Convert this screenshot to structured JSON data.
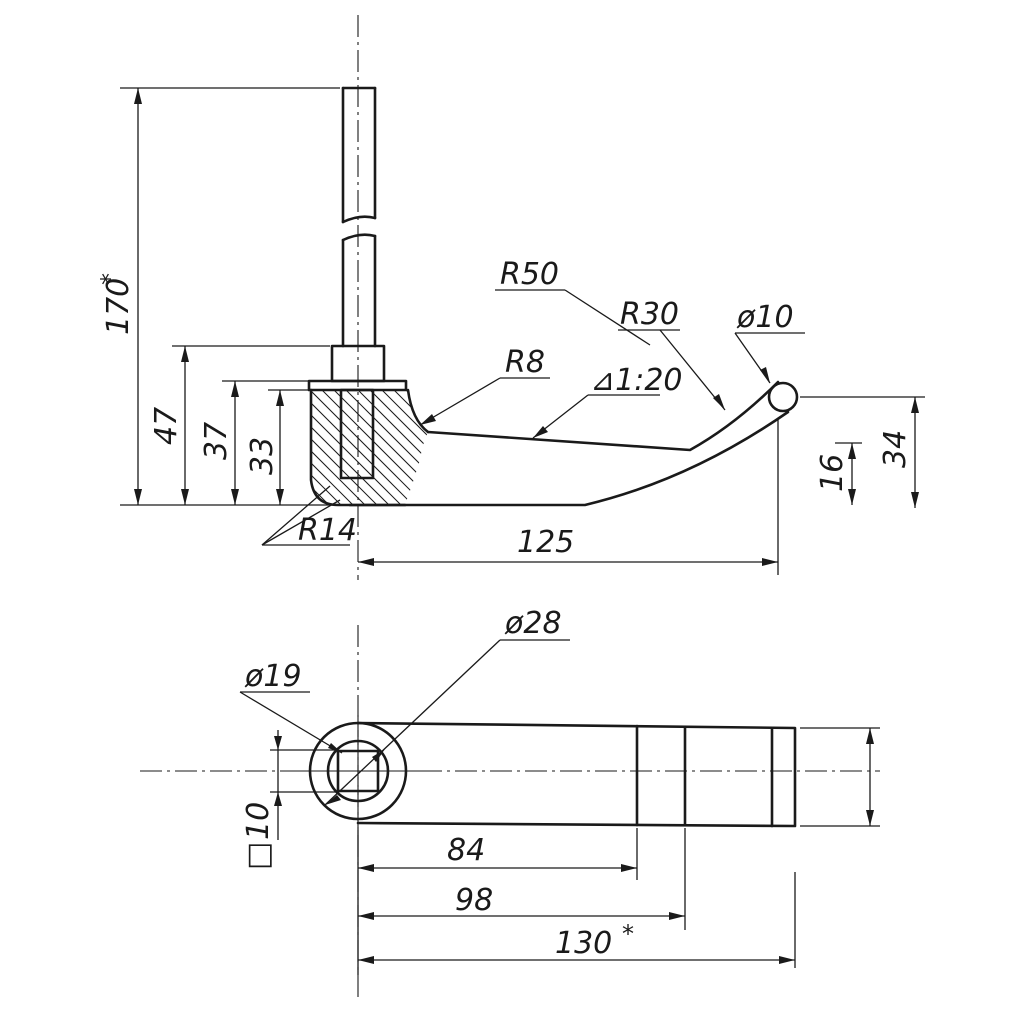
{
  "drawing": {
    "side_view": {
      "r50": "R50",
      "r30": "R30",
      "d10": "ø10",
      "r8": "R8",
      "taper": "⊿1:20",
      "r14": "R14",
      "h170": "170",
      "h170_mark": "*",
      "h47": "47",
      "h37": "37",
      "h33": "33",
      "h16": "16",
      "h34": "34",
      "l125": "125"
    },
    "top_view": {
      "d28": "ø28",
      "d19": "ø19",
      "sq10_symbol": "□",
      "sq10": "10",
      "l84": "84",
      "l98": "98",
      "l130": "130",
      "l130_mark": "*"
    }
  }
}
